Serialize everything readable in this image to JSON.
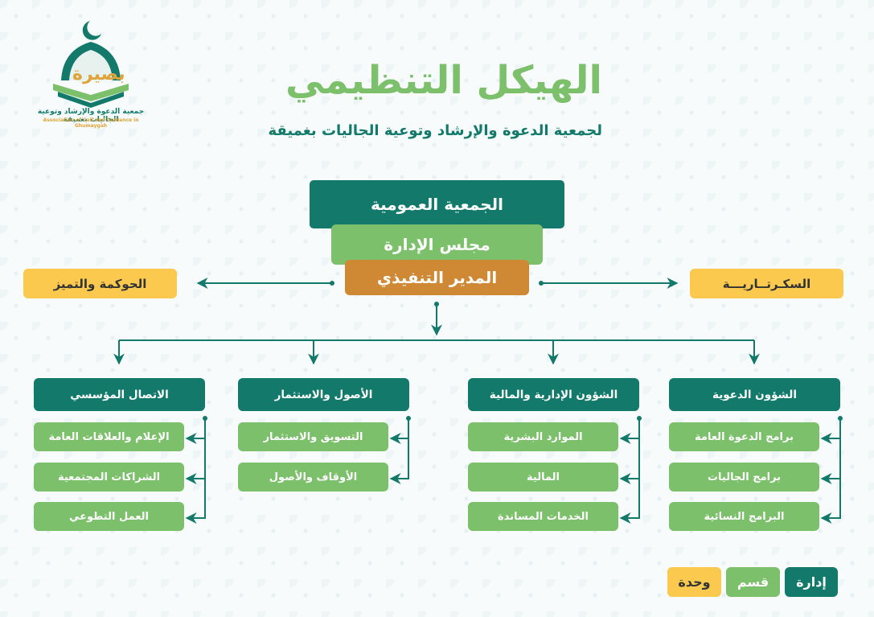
{
  "logo": {
    "brand_ar": "بصيرة",
    "name_ar": "جمعية الدعوة والإرشاد وتوعية الجاليات بغميقة",
    "name_en": "Association of Call and Guidance in Ghumaygah"
  },
  "header": {
    "title": "الهيكل التنظيمي",
    "subtitle": "لجمعية الدعوة والإرشاد وتوعية الجاليات بغميقة"
  },
  "top": {
    "general_assembly": "الجمعية العمومية",
    "board": "مجلس الإدارة",
    "ceo": "المدير التنفيذي",
    "governance": "الحوكمة والتميز",
    "secretariat": "السكـرتــاريـــة"
  },
  "departments": [
    {
      "title": "الشؤون الدعوية",
      "units": [
        "برامج الدعوة العامة",
        "برامج الجاليات",
        "البرامج النسائية"
      ]
    },
    {
      "title": "الشؤون الإدارية والمالية",
      "units": [
        "الموارد البشرية",
        "المالية",
        "الخدمات المساندة"
      ]
    },
    {
      "title": "الأصول والاستثمار",
      "units": [
        "التسويق والاستثمار",
        "الأوقاف والأصول"
      ]
    },
    {
      "title": "الاتصال المؤسسي",
      "units": [
        "الإعلام والعلاقات العامة",
        "الشراكات المجتمعية",
        "العمل التطوعي"
      ]
    }
  ],
  "legend": {
    "admin": "إدارة",
    "section": "قسم",
    "unit": "وحدة"
  },
  "colors": {
    "dark_green": "#137a6b",
    "light_green": "#7cc06b",
    "orange": "#cf8935",
    "yellow": "#fbc94e"
  }
}
